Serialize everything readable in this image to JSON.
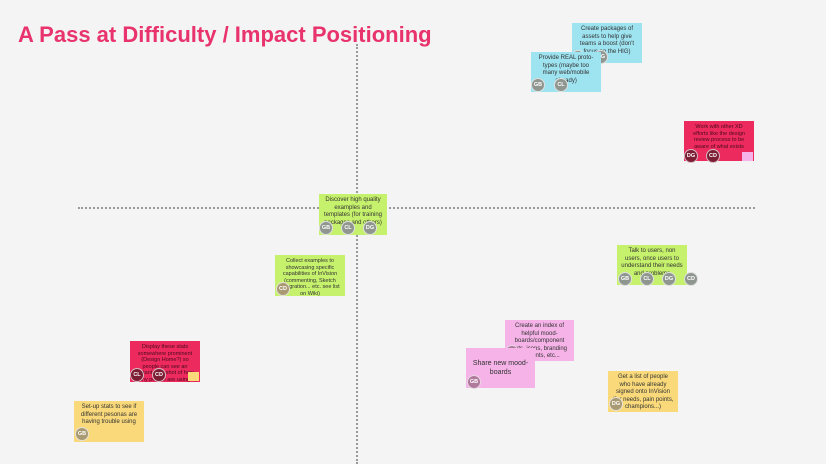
{
  "title": "A Pass at Difficulty / Impact Positioning",
  "colors": {
    "title": "#e8336d",
    "blue": "#9ee3f0",
    "green": "#c6f16d",
    "red": "#ec2a5e",
    "pink": "#f5b3e8",
    "yellow": "#f9d97a"
  },
  "notes": [
    {
      "id": "n1",
      "color": "blue",
      "text": "Create packages of assets to help give teams a boost (don't focus on the HIG)",
      "avatars": [
        "CD",
        "DG"
      ]
    },
    {
      "id": "n2",
      "color": "blue",
      "text": "Provide REAL proto-types (maybe too many web/mobile already)",
      "avatars": [
        "GB",
        "CL"
      ]
    },
    {
      "id": "n3",
      "color": "red",
      "text": "Work with other XD efforts like the design review process to be aware of what exists",
      "avatars": [
        "DG",
        "CD"
      ]
    },
    {
      "id": "n4",
      "color": "green",
      "text": "Discover high quality examples and templates (for training packages and others)",
      "avatars": [
        "GB",
        "CL",
        "DG"
      ]
    },
    {
      "id": "n5",
      "color": "green",
      "text": "Collect examples to showcasing specific capabilities of InVision (commenting, Sketch integration... etc. see list on Wiki)",
      "avatars": [
        "CD"
      ]
    },
    {
      "id": "n6",
      "color": "green",
      "text": "Talk to users, non users, once users to understand their needs and problems",
      "avatars": [
        "GB",
        "CL",
        "DG",
        "CD"
      ]
    },
    {
      "id": "n7",
      "color": "pink",
      "text": "Create an index of helpful mood-boards/component sets, icons, branding elements, etc...",
      "avatars": [
        "CL"
      ]
    },
    {
      "id": "n8",
      "color": "pink",
      "text": "Share new mood-boards",
      "avatars": [
        "GB"
      ]
    },
    {
      "id": "n9",
      "color": "red",
      "text": "Display these stats somewhere prominent (Design Home?) so people can see an instant snapshot of how many people are using it, etc...",
      "avatars": [
        "CL",
        "CD"
      ]
    },
    {
      "id": "n10",
      "color": "yellow",
      "text": "Get a list of people who have already signed onto InVision (for needs, pain points, champions...)",
      "avatars": [
        "DG"
      ]
    },
    {
      "id": "n11",
      "color": "yellow",
      "text": "Set-up stats to see if different pesonas are having trouble using",
      "avatars": [
        "GB"
      ]
    }
  ]
}
